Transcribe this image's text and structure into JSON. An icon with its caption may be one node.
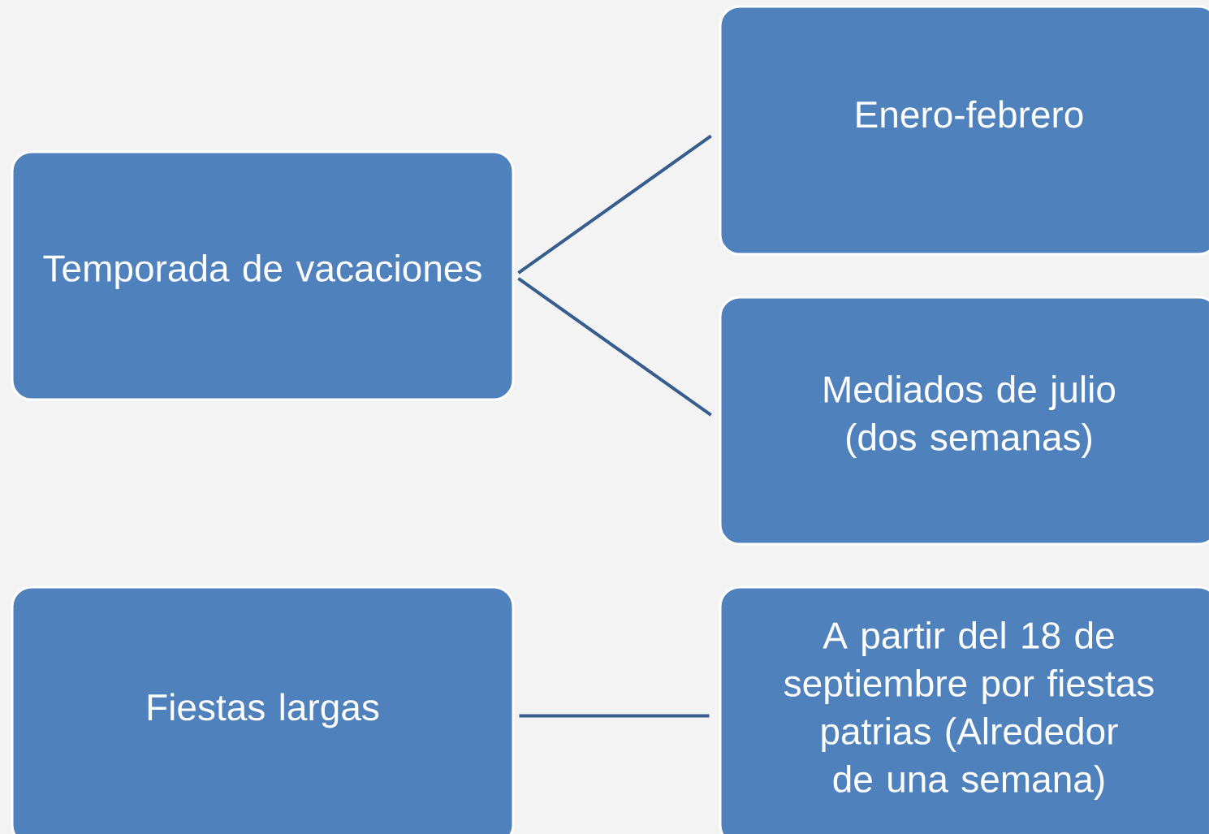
{
  "diagram": {
    "nodes": [
      {
        "text": [
          "Temporada de vacaciones"
        ]
      },
      {
        "text": [
          "Enero-febrero"
        ]
      },
      {
        "text": [
          "Mediados de julio (dos semanas)"
        ]
      },
      {
        "text": [
          "Fiestas largas"
        ]
      },
      {
        "text": [
          "A partir del 18 de septiembre por fiestas patrias (Alrededor de una semana)"
        ]
      }
    ],
    "edges": [
      {
        "from": 0,
        "to": 1,
        "arrow": "none"
      },
      {
        "from": 0,
        "to": 2,
        "arrow": "none"
      },
      {
        "from": 3,
        "to": 4,
        "arrow": "none"
      }
    ]
  }
}
